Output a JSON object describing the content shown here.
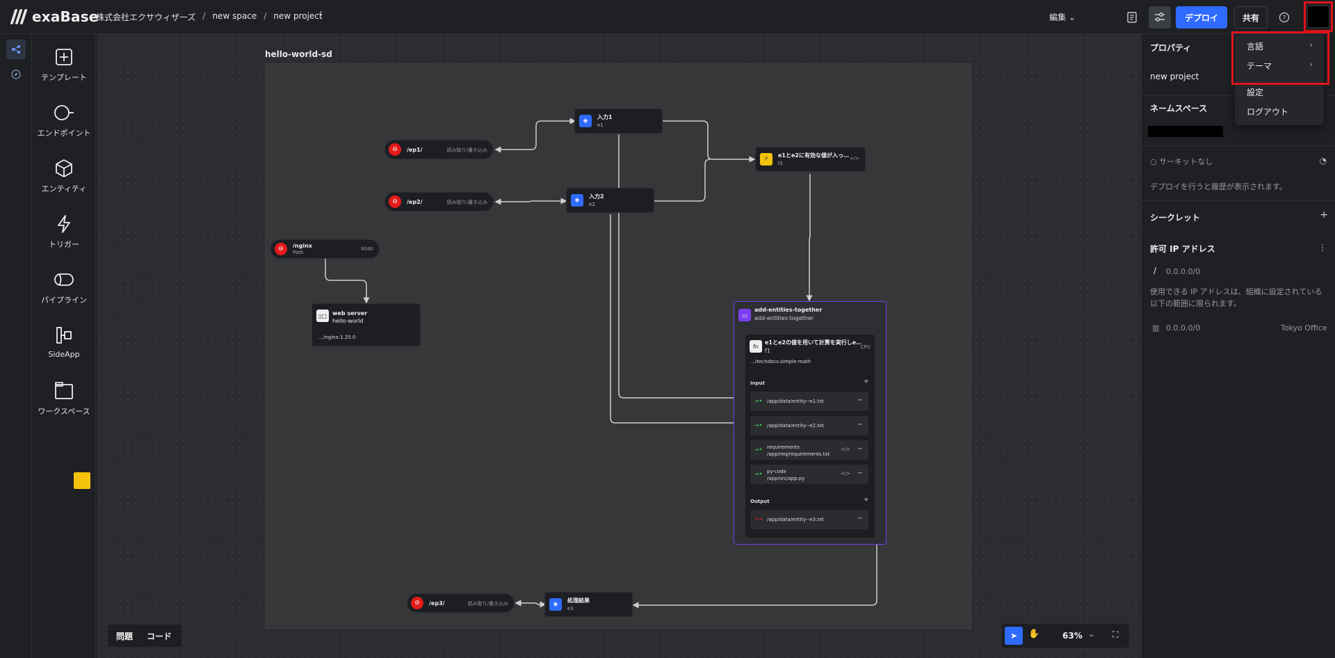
{
  "app": {
    "name": "exaBase"
  },
  "breadcrumb": {
    "org": "株式会社エクサウィザーズ",
    "space": "new space",
    "project": "new project",
    "sep1": "/",
    "sep2": "/",
    "more": "⋮"
  },
  "header": {
    "edit_label": "編集 ⌄",
    "deploy_label": "デプロイ",
    "share_label": "共有",
    "help": "?"
  },
  "palette": {
    "template": "テンプレート",
    "endpoint": "エンドポイント",
    "entity": "エンティティ",
    "trigger": "トリガー",
    "pipeline": "パイプライン",
    "sideapp": "SideApp",
    "workspace": "ワークスペース"
  },
  "canvas": {
    "project_title": "hello-world-sd",
    "endpoints": [
      {
        "name": "/ep1/",
        "mode": "読み取り/書き込み"
      },
      {
        "name": "/ep2/",
        "mode": "読み取り/書き込み"
      },
      {
        "name": "/ep3/",
        "mode": "読み取り/書き込み"
      }
    ],
    "nginx": {
      "name": "/nginx",
      "sub": "Path",
      "port": "8080"
    },
    "entities": [
      {
        "name": "入力1",
        "id": "e1"
      },
      {
        "name": "入力2",
        "id": "e2"
      },
      {
        "name": "処理結果",
        "id": "e3"
      }
    ],
    "trigger": {
      "name": "e1とe2に有効な値が入っ…",
      "id": "t1",
      "code": "</>"
    },
    "webserver": {
      "title": "web server",
      "sub": "hello-world",
      "image": "…/nginx:1.25.0"
    },
    "pipeline": {
      "title": "add-entities-together",
      "sub": "add-entities-together",
      "fn": {
        "title": "e1とe2の値を用いて計算を実行しe…",
        "id": "f1",
        "cpu": "CPU",
        "image": "…/techdocs:simple-math",
        "input_label": "Input",
        "output_label": "Output",
        "inputs": [
          {
            "line1": "/app/data/entity--e1.txt"
          },
          {
            "line1": "/app/data/entity--e2.txt"
          },
          {
            "line1": "requirements",
            "line2": "/app/req/requirements.txt"
          },
          {
            "line1": "py-code",
            "line2": "/app/src/app.py"
          }
        ],
        "output": "/app/data/entity--e3.txt"
      }
    }
  },
  "bottom": {
    "issues": "問題",
    "code": "コード",
    "zoom": "63%"
  },
  "panel": {
    "properties": "プロパティ",
    "project_name": "new project",
    "namespace": "ネームスペース",
    "circuit": "サーキットなし",
    "deploy_hint": "デプロイを行うと履歴が表示されます。",
    "secret": "シークレット",
    "allowed_ip": "許可 IP アドレス",
    "ip_slash": "/",
    "ip_value": "0.0.0.0/0",
    "ip_note": "使用できる IP アドレスは、組織に設定されている以下の範囲に限られます。",
    "org_ip": "0.0.0.0/0",
    "org_office": "Tokyo Office"
  },
  "user_menu": {
    "language": "言語",
    "theme": "テーマ",
    "settings": "設定",
    "logout": "ログアウト"
  },
  "colors": {
    "accent": "#2f6bff",
    "endpoint": "#e31b1b",
    "trigger": "#f4c20d",
    "pipeline": "#7a3ff0",
    "highlight": "#e0151b"
  }
}
